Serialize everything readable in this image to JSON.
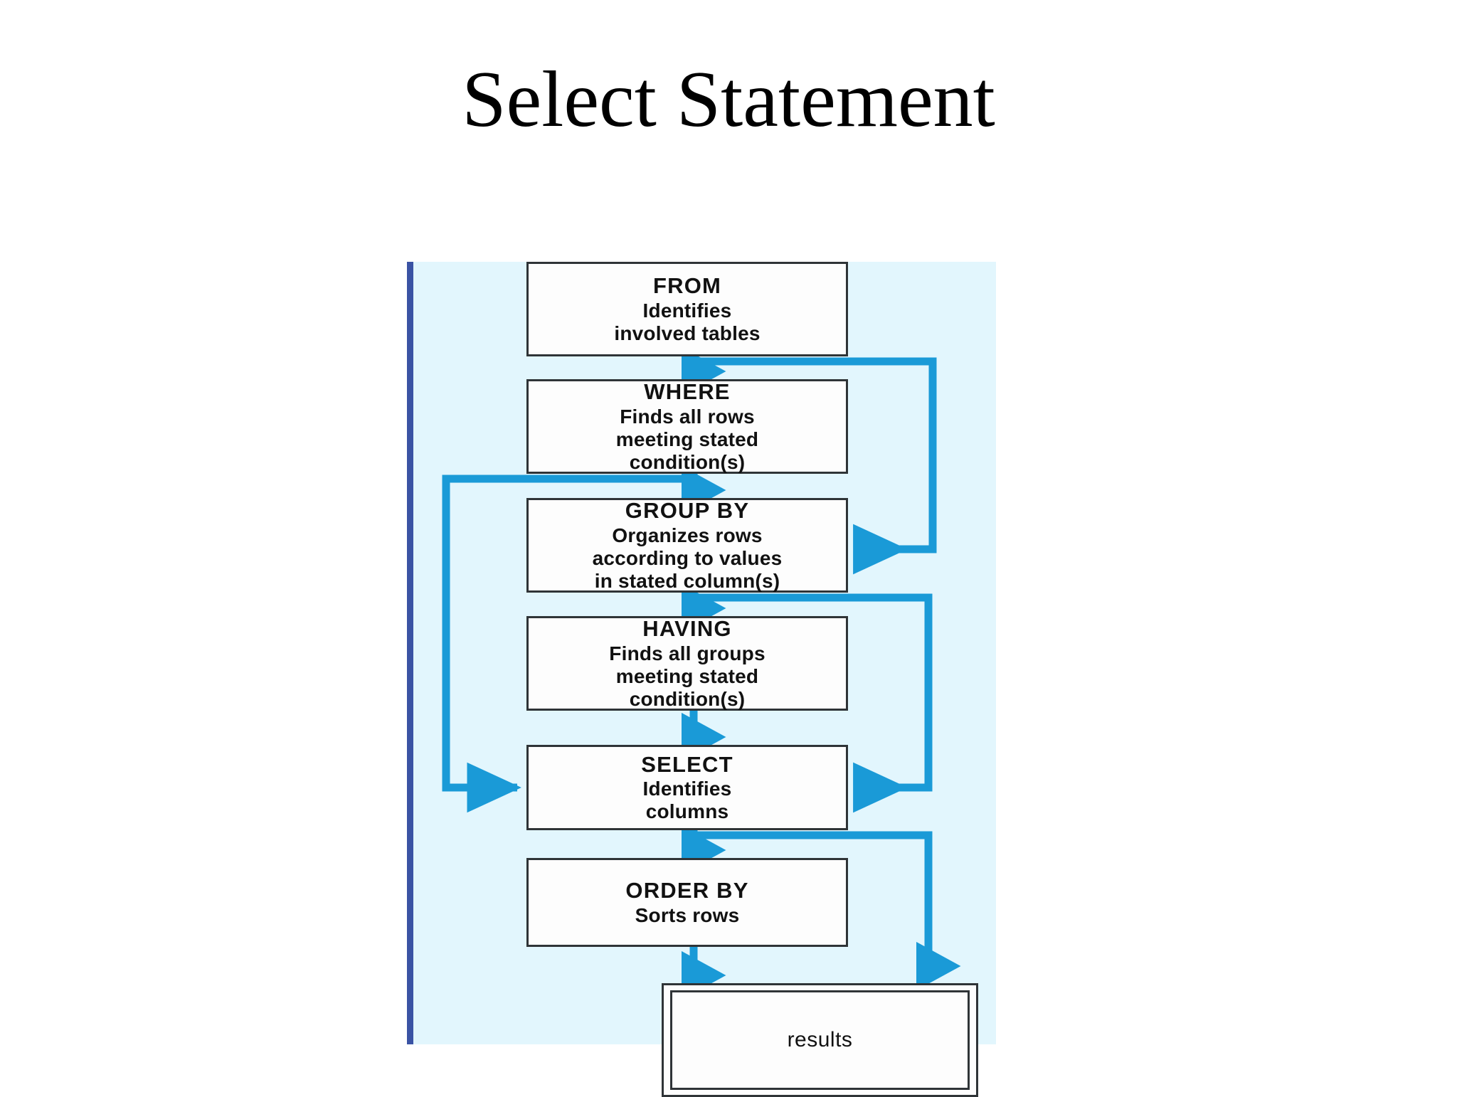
{
  "slide": {
    "title": "Select Statement"
  },
  "colors": {
    "panel_background": "#e2f6fd",
    "panel_left_bar": "#3a53a4",
    "arrow": "#1a9ad7",
    "box_border": "#2f3437",
    "box_fill": "#fdfdfd",
    "text": "#111111"
  },
  "diagram": {
    "type": "flowchart",
    "caption_nodes": [
      {
        "id": "from",
        "keyword": "FROM",
        "lines": [
          "Identifies",
          "involved tables"
        ]
      },
      {
        "id": "where",
        "keyword": "WHERE",
        "lines": [
          "Finds all rows",
          "meeting stated",
          "condition(s)"
        ]
      },
      {
        "id": "groupby",
        "keyword": "GROUP BY",
        "lines": [
          "Organizes rows",
          "according to values",
          "in stated column(s)"
        ]
      },
      {
        "id": "having",
        "keyword": "HAVING",
        "lines": [
          "Finds all groups",
          "meeting stated",
          "condition(s)"
        ]
      },
      {
        "id": "select",
        "keyword": "SELECT",
        "lines": [
          "Identifies",
          "columns"
        ]
      },
      {
        "id": "orderby",
        "keyword": "ORDER BY",
        "lines": [
          "Sorts rows"
        ]
      },
      {
        "id": "results",
        "keyword": "results",
        "lines": []
      }
    ],
    "edges": [
      {
        "from": "from",
        "to": "where",
        "style": "straight-down"
      },
      {
        "from": "where",
        "to": "groupby",
        "style": "straight-down"
      },
      {
        "from": "groupby",
        "to": "having",
        "style": "straight-down"
      },
      {
        "from": "having",
        "to": "select",
        "style": "straight-down"
      },
      {
        "from": "select",
        "to": "orderby",
        "style": "straight-down"
      },
      {
        "from": "orderby",
        "to": "results",
        "style": "straight-down"
      },
      {
        "from": "from",
        "to": "groupby",
        "style": "bypass-right"
      },
      {
        "from": "where",
        "to": "select",
        "style": "bypass-left"
      },
      {
        "from": "groupby",
        "to": "select",
        "style": "bypass-right"
      },
      {
        "from": "select",
        "to": "results",
        "style": "bypass-right"
      }
    ]
  }
}
